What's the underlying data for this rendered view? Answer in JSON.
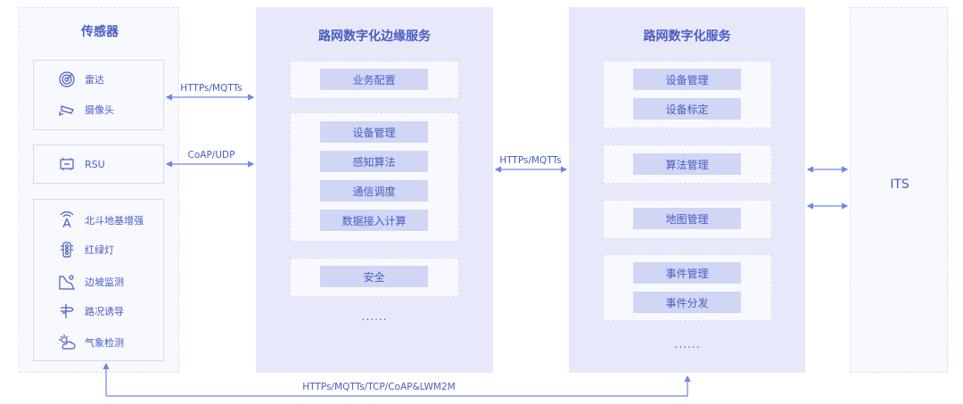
{
  "sensors": {
    "title": "传感器",
    "group1": [
      "雷达",
      "摄像头"
    ],
    "rsu": "RSU",
    "group3": [
      "北斗地基增强",
      "红绿灯",
      "边坡监测",
      "路况诱导",
      "气象检测"
    ]
  },
  "edge": {
    "title": "路网数字化边缘服务",
    "box1": [
      "业务配置"
    ],
    "box2": [
      "设备管理",
      "感知算法",
      "通信调度",
      "数据接入计算"
    ],
    "box3": [
      "安全"
    ],
    "more": "......"
  },
  "cloud": {
    "title": "路网数字化服务",
    "box1": [
      "设备管理",
      "设备标定"
    ],
    "box2": [
      "算法管理"
    ],
    "box3": [
      "地图管理"
    ],
    "box4": [
      "事件管理",
      "事件分发"
    ],
    "more": "......"
  },
  "its": {
    "label": "ITS"
  },
  "links": {
    "sensor_edge_1": "HTTPs/MQTTs",
    "sensor_edge_2": "CoAP/UDP",
    "edge_cloud": "HTTPs/MQTTs",
    "bottom": "HTTPs/MQTTs/TCP/CoAP&LWM2M"
  },
  "colors": {
    "accent": "#4a5cc4",
    "line": "#6f86e6",
    "panel": "#e7e9fa",
    "button": "#d0d6f4"
  }
}
